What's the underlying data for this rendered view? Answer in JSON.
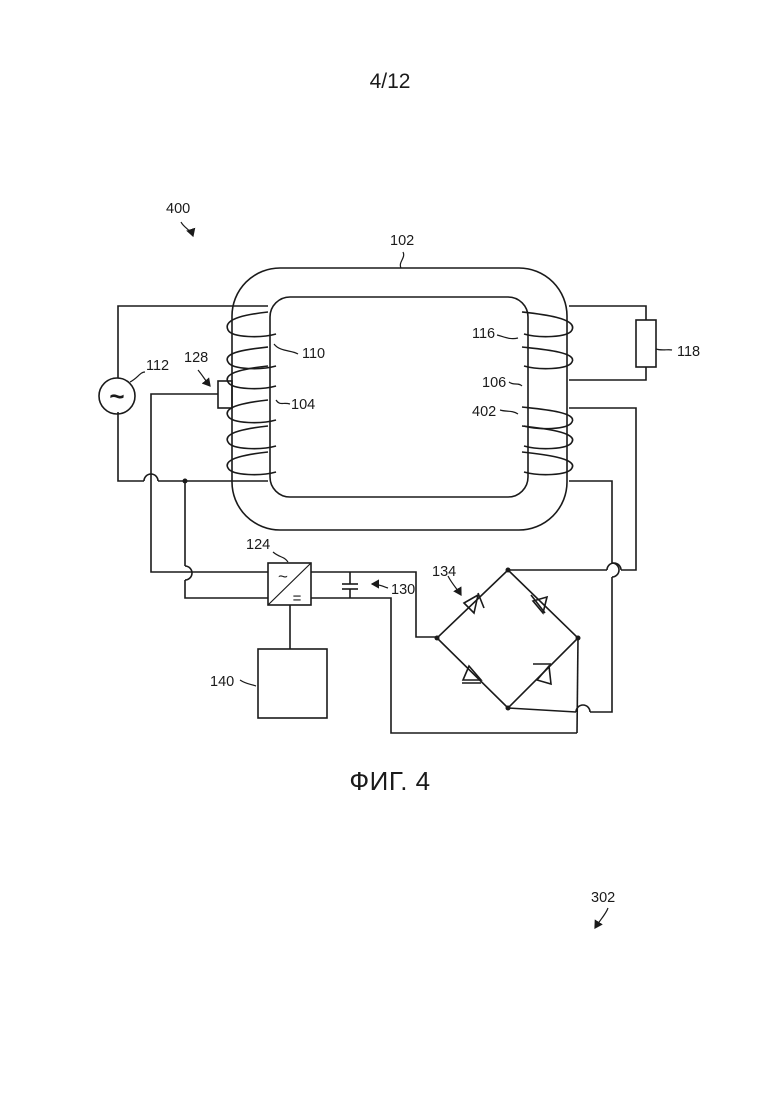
{
  "page": {
    "number": "4/12"
  },
  "figure": {
    "caption": "ФИГ. 4"
  },
  "references": {
    "system": "400",
    "core": "102",
    "primary_winding": "110",
    "primary_source": "112",
    "sensor": "128",
    "winding_104": "104",
    "secondary_winding": "116",
    "load": "118",
    "winding_106": "106",
    "auxiliary_winding": "402",
    "converter": "124",
    "capacitor": "130",
    "rectifier_bridge": "134",
    "block_140": "140",
    "stray_reference": "302"
  },
  "symbols": {
    "ac_source_glyph": "~",
    "converter_ac_glyph": "~",
    "converter_dc_glyph": "="
  }
}
